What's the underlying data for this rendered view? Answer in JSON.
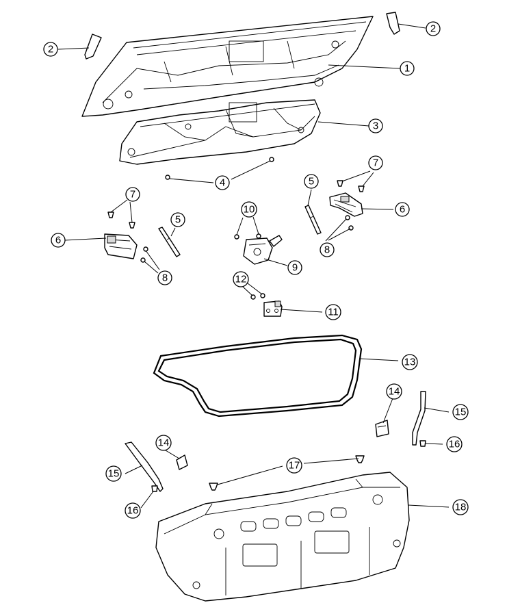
{
  "diagram": {
    "type": "exploded-parts-diagram",
    "callouts": [
      {
        "id": "c1",
        "label": "1"
      },
      {
        "id": "c2a",
        "label": "2"
      },
      {
        "id": "c2b",
        "label": "2"
      },
      {
        "id": "c3",
        "label": "3"
      },
      {
        "id": "c4",
        "label": "4"
      },
      {
        "id": "c5a",
        "label": "5"
      },
      {
        "id": "c5b",
        "label": "5"
      },
      {
        "id": "c6a",
        "label": "6"
      },
      {
        "id": "c6b",
        "label": "6"
      },
      {
        "id": "c7a",
        "label": "7"
      },
      {
        "id": "c7b",
        "label": "7"
      },
      {
        "id": "c8a",
        "label": "8"
      },
      {
        "id": "c8b",
        "label": "8"
      },
      {
        "id": "c9",
        "label": "9"
      },
      {
        "id": "c10",
        "label": "10"
      },
      {
        "id": "c11",
        "label": "11"
      },
      {
        "id": "c12",
        "label": "12"
      },
      {
        "id": "c13",
        "label": "13"
      },
      {
        "id": "c14a",
        "label": "14"
      },
      {
        "id": "c14b",
        "label": "14"
      },
      {
        "id": "c15a",
        "label": "15"
      },
      {
        "id": "c15b",
        "label": "15"
      },
      {
        "id": "c16a",
        "label": "16"
      },
      {
        "id": "c16b",
        "label": "16"
      },
      {
        "id": "c17",
        "label": "17"
      },
      {
        "id": "c18",
        "label": "18"
      }
    ]
  }
}
